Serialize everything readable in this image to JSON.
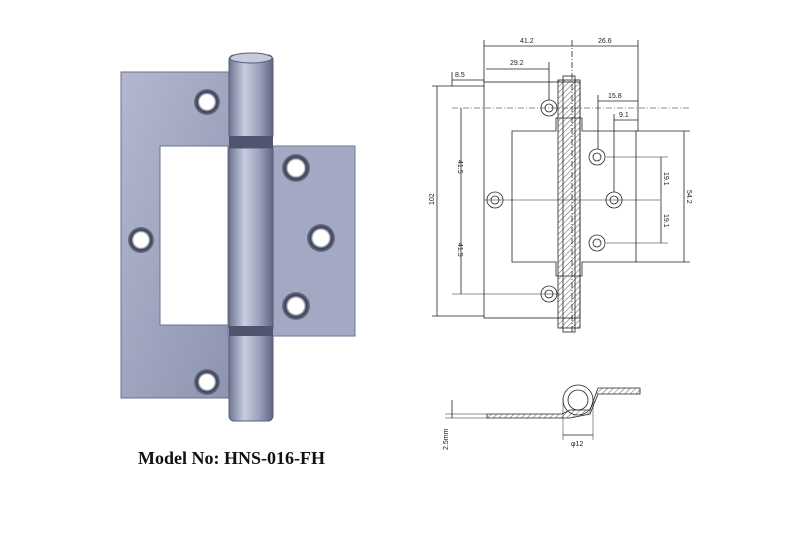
{
  "caption": {
    "model_text": "Model No: HNS-016-FH"
  },
  "drawing": {
    "front_view": {
      "dim_41_2": "41.2",
      "dim_26_6": "26.6",
      "dim_29_2": "29.2",
      "dim_8_5": "8.5",
      "dim_15_8": "15.8",
      "dim_9_1": "9.1",
      "dim_102": "102",
      "dim_41_5_top": "41.5",
      "dim_41_5_bottom": "41.5",
      "dim_19_1_top": "19.1",
      "dim_19_1_bottom": "19.1",
      "dim_54_2": "54.2"
    },
    "section_view": {
      "dim_thickness": "2.5mm",
      "dim_diameter": "φ12"
    }
  },
  "colors": {
    "steel_light": "#a9aec6",
    "steel_mid": "#8f95ae",
    "steel_dark": "#6d7390",
    "line": "#222222"
  }
}
